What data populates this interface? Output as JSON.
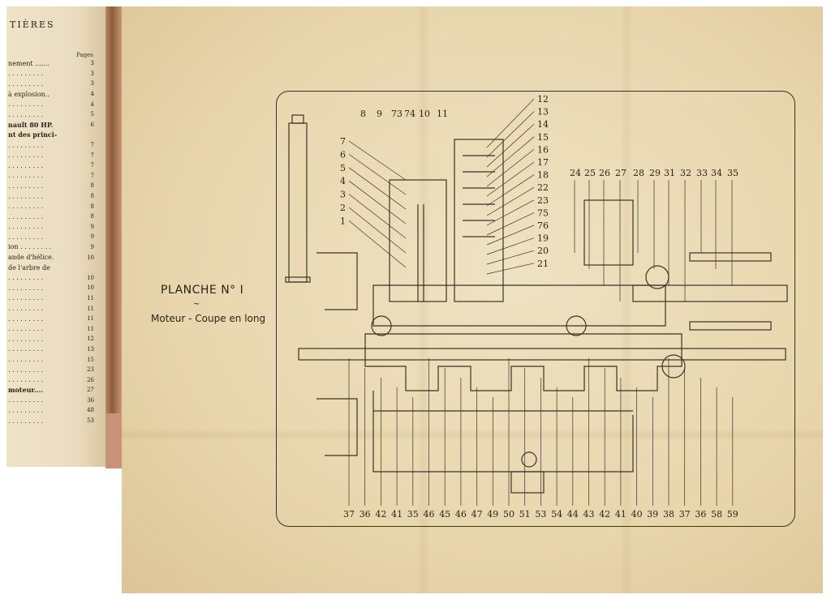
{
  "index_page": {
    "heading": "TIÈRES",
    "pages_label": "Pages",
    "rows": [
      {
        "text": "nement .......",
        "page": "3"
      },
      {
        "text": ". . . . . . . . .",
        "page": "3"
      },
      {
        "text": ". . . . . . . . .",
        "page": "3"
      },
      {
        "text": "à explosion..",
        "page": "4"
      },
      {
        "text": ". . . . . . . . .",
        "page": "4"
      },
      {
        "text": ". . . . . . . . .",
        "page": "5"
      },
      {
        "text": "nault 80 HP.",
        "page": "6",
        "bold": true
      },
      {
        "text": "nt des princi-",
        "page": "",
        "bold": true
      },
      {
        "text": ". . . . . . . . .",
        "page": "7"
      },
      {
        "text": ". . . . . . . . .",
        "page": "7"
      },
      {
        "text": ". . . . . . . . .",
        "page": "7"
      },
      {
        "text": ". . . . . . . . .",
        "page": "7"
      },
      {
        "text": ". . . . . . . . .",
        "page": "8"
      },
      {
        "text": ". . . . . . . . .",
        "page": "8"
      },
      {
        "text": ". . . . . . . . .",
        "page": "8"
      },
      {
        "text": ". . . . . . . . .",
        "page": "8"
      },
      {
        "text": ". . . . . . . . .",
        "page": "9"
      },
      {
        "text": ". . . . . . . . .",
        "page": "9"
      },
      {
        "text": "ion . . . . . . . .",
        "page": "9"
      },
      {
        "text": "ande d'hélice.",
        "page": "10"
      },
      {
        "text": "de l'arbre de",
        "page": ""
      },
      {
        "text": ". . . . . . . . .",
        "page": "10"
      },
      {
        "text": ". . . . . . . . .",
        "page": "10"
      },
      {
        "text": ". . . . . . . . .",
        "page": "11"
      },
      {
        "text": ". . . . . . . . .",
        "page": "11"
      },
      {
        "text": ". . . . . . . . .",
        "page": "11"
      },
      {
        "text": ". . . . . . . . .",
        "page": "11"
      },
      {
        "text": ". . . . . . . . .",
        "page": "12"
      },
      {
        "text": ". . . . . . . . .",
        "page": "13"
      },
      {
        "text": ". . . . . . . . .",
        "page": "15"
      },
      {
        "text": ". . . . . . . . .",
        "page": "23"
      },
      {
        "text": ". . . . . . . . .",
        "page": "26"
      },
      {
        "text": "moteur....",
        "page": "27",
        "bold": true
      },
      {
        "text": ". . . . . . . . .",
        "page": "36"
      },
      {
        "text": ". . . . . . . . .",
        "page": "48"
      },
      {
        "text": ". . . . . . . . .",
        "page": "53"
      }
    ]
  },
  "plate": {
    "title": "PLANCHE N° I",
    "ornament": "~",
    "subtitle": "Moteur - Coupe en long"
  },
  "callouts": {
    "top": [
      "8",
      "9",
      "73",
      "74",
      "10",
      "11"
    ],
    "right_column": [
      "12",
      "13",
      "14",
      "15",
      "16",
      "17",
      "18",
      "22",
      "23",
      "75",
      "76",
      "19",
      "20",
      "21"
    ],
    "left_column": [
      "7",
      "6",
      "5",
      "4",
      "3",
      "2",
      "1"
    ],
    "top_right": [
      "24",
      "25",
      "26",
      "27",
      "28",
      "29",
      "31",
      "32",
      "33",
      "34",
      "35"
    ],
    "bottom": [
      "37",
      "36",
      "42",
      "41",
      "35",
      "46",
      "45",
      "46",
      "47",
      "49",
      "50",
      "51",
      "53",
      "54",
      "44",
      "43",
      "42",
      "41",
      "40",
      "39",
      "38",
      "37",
      "36",
      "58",
      "59"
    ]
  }
}
